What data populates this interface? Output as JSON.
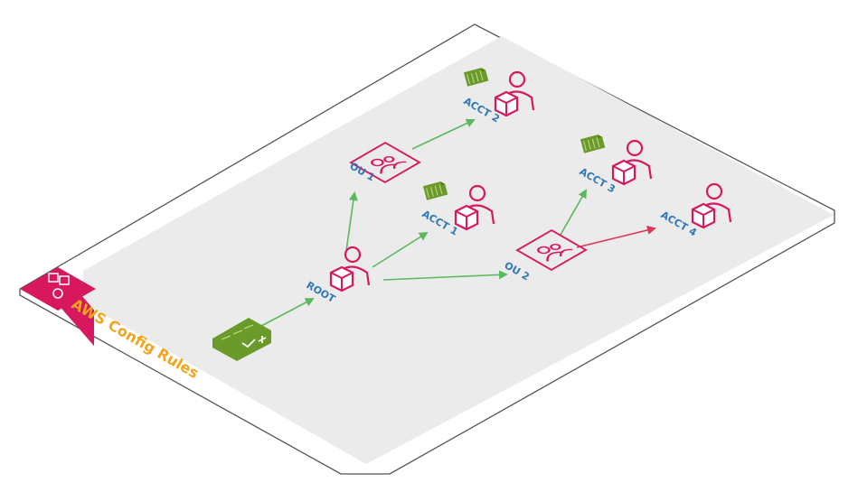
{
  "title": "AWS Config Rules",
  "nodes": {
    "root": {
      "label": "ROOT"
    },
    "ou1": {
      "label": "OU 1"
    },
    "ou2": {
      "label": "OU 2"
    },
    "acct1": {
      "label": "ACCT 1"
    },
    "acct2": {
      "label": "ACCT 2"
    },
    "acct3": {
      "label": "ACCT 3"
    },
    "acct4": {
      "label": "ACCT 4"
    }
  },
  "colors": {
    "title": "#f2a51c",
    "label": "#2f78b7",
    "account_pink": "#d7185e",
    "policy_green": "#6a9a2a",
    "arrow_green": "#5cb85c",
    "arrow_red": "#d9385a",
    "board_fill": "#ebebeb",
    "board_border": "#555555"
  },
  "icons": {
    "config": "config-rules-icon",
    "policy": "policy-document-icon",
    "account": "account-user-icon",
    "ou": "organizational-unit-icon"
  }
}
